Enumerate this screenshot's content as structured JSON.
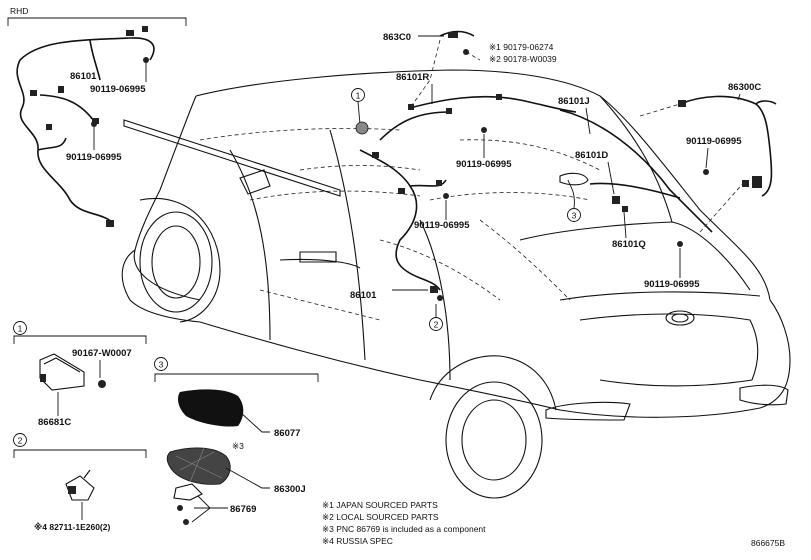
{
  "header": {
    "region_label": "RHD"
  },
  "parts": {
    "p86101_top": "86101",
    "p90119_a": "90119-06995",
    "p90119_b": "90119-06995",
    "p863C0": "863C0",
    "p90179": "※1 90179-06274",
    "p90178": "※2 90178-W0039",
    "p86101R": "86101R",
    "p86101J": "86101J",
    "p86300C": "86300C",
    "p90119_c": "90119-06995",
    "p90119_d": "90119-06995",
    "p86101D": "86101D",
    "p90119_e": "90119-06995",
    "p86101Q": "86101Q",
    "p90119_f": "90119-06995",
    "p86101_mid": "86101"
  },
  "callouts": {
    "c1": "1",
    "c2": "2",
    "c3": "3"
  },
  "detail1": {
    "num": "1",
    "bolt": "90167-W0007",
    "part": "86681C"
  },
  "detail2": {
    "num": "2",
    "part": "※4 82711-1E260(2)"
  },
  "detail3": {
    "num": "3",
    "p86077": "86077",
    "mark3": "※3",
    "p86300J": "86300J",
    "p86769": "86769"
  },
  "notes": [
    "※1 JAPAN SOURCED PARTS",
    "※2 LOCAL SOURCED PARTS",
    "※3 PNC 86769 is included as a component",
    "※4 RUSSIA SPEC"
  ],
  "drawing_id": "866675B"
}
